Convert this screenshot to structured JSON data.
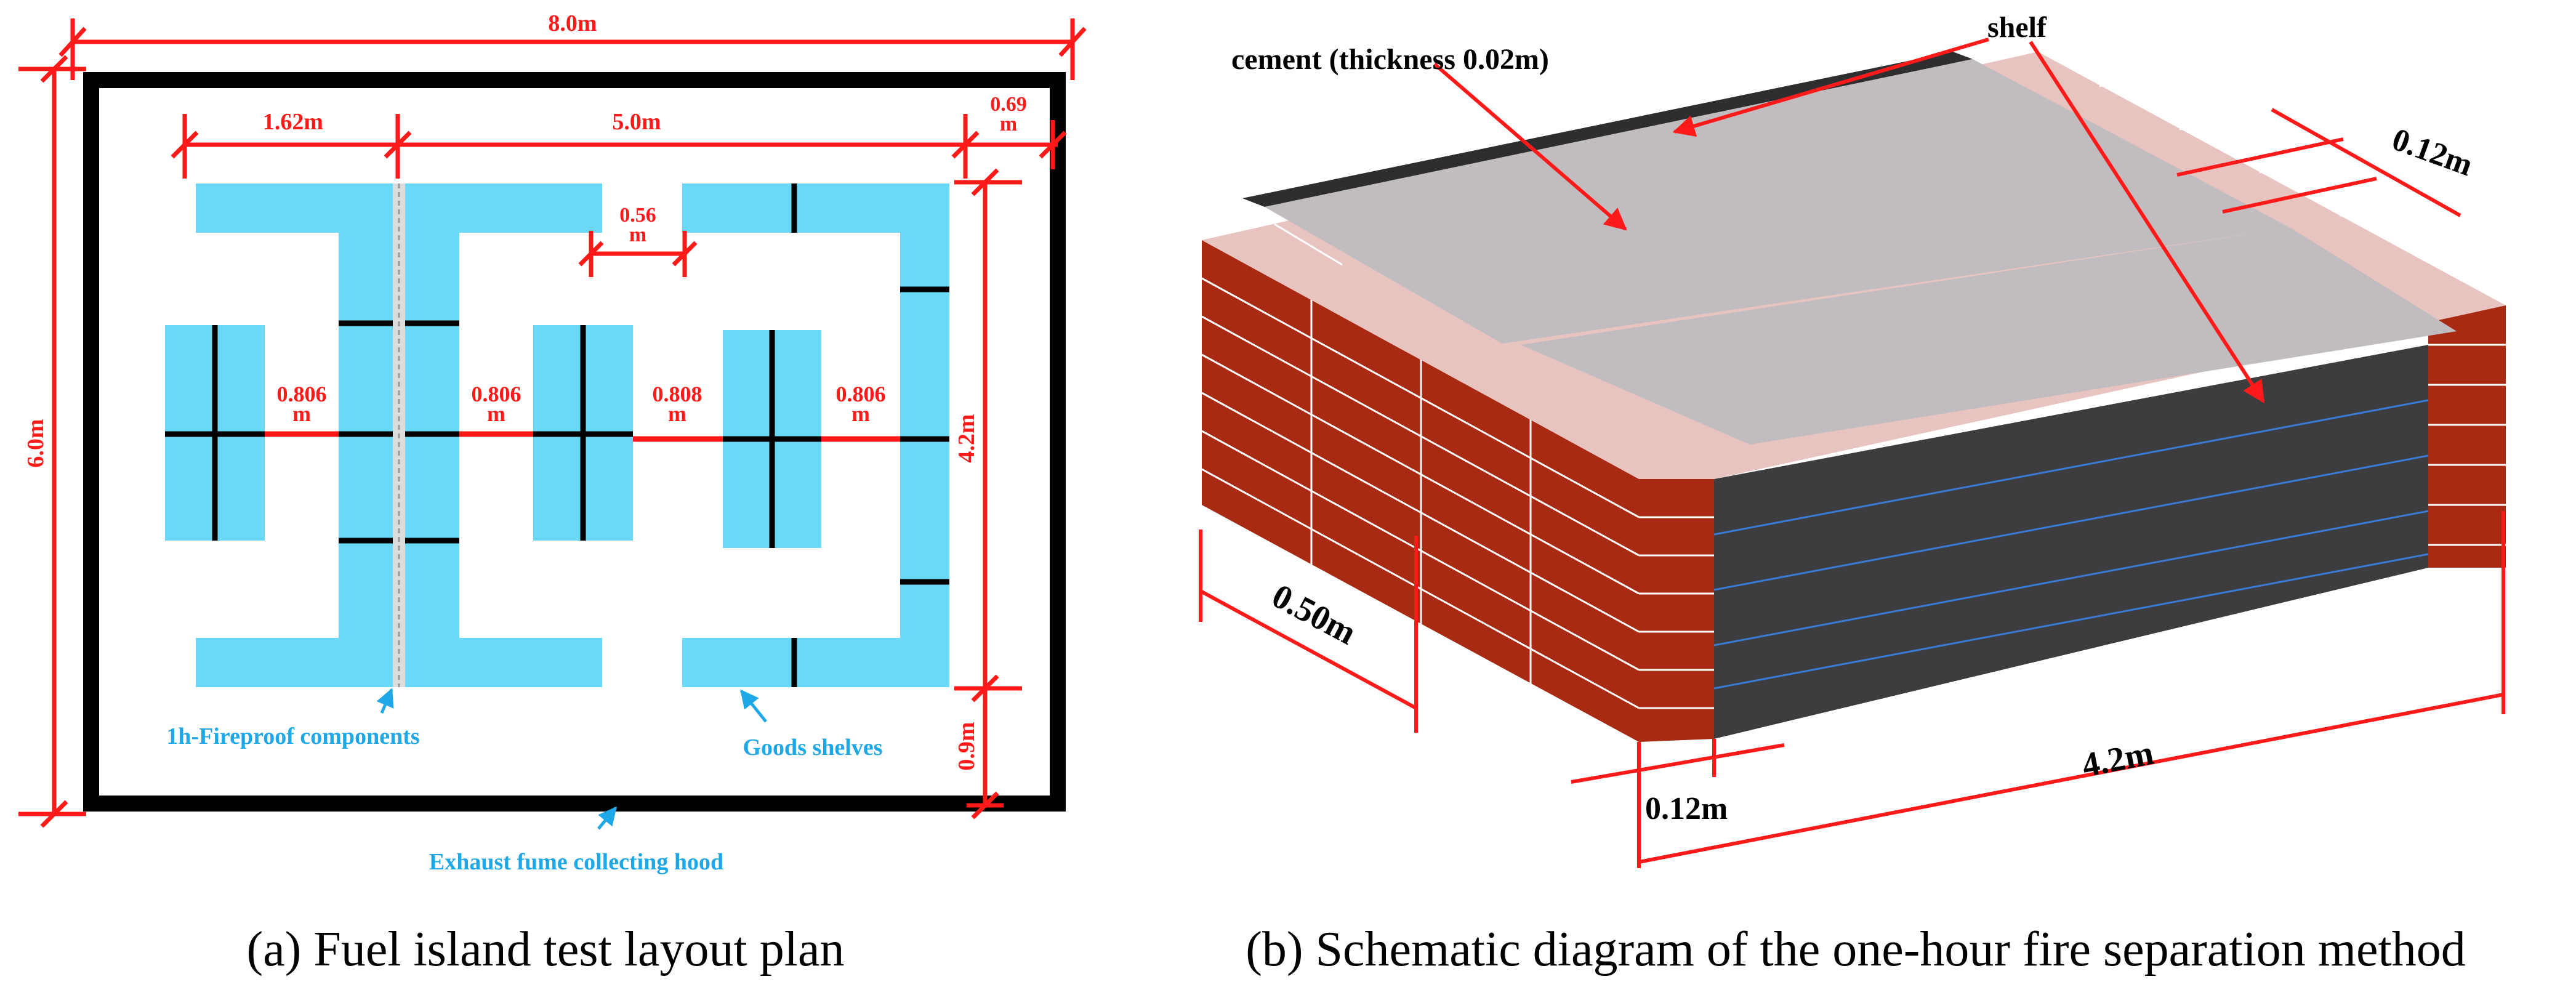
{
  "panel_a": {
    "caption": "(a) Fuel island test layout plan",
    "dims": {
      "total_width": "8.0m",
      "total_height": "6.0m",
      "d_1_62": "1.62m",
      "d_5_0": "5.0m",
      "d_0_69_top": "0.69",
      "d_0_69_bottom": "m",
      "d_0_56_top": "0.56",
      "d_0_56_bottom": "m",
      "d_4_2": "4.2m",
      "d_0_9": "0.9m",
      "gap1_top": "0.806",
      "gap1_bottom": "m",
      "gap2_top": "0.806",
      "gap2_bottom": "m",
      "gap3_top": "0.808",
      "gap3_bottom": "m",
      "gap4_top": "0.806",
      "gap4_bottom": "m"
    },
    "labels": {
      "fireproof": "1h-Fireproof components",
      "shelves": "Goods shelves",
      "hood": "Exhaust fume collecting hood"
    },
    "colors": {
      "shelf": "#6ad9f7",
      "dimension": "#ff1a1a",
      "label": "#1ea8e8",
      "fireproof": "#d9d9d9",
      "border": "#000000"
    }
  },
  "panel_b": {
    "caption": "(b) Schematic diagram of the one-hour fire separation method",
    "labels": {
      "cement": "cement (thickness 0.02m)",
      "shelf": "shelf",
      "w_012_top": "0.12m",
      "w_050": "0.50m",
      "w_012_bottom": "0.12m",
      "w_42": "4.2m"
    },
    "colors": {
      "brick": "#a82a12",
      "brick_top": "#e8c4c0",
      "cement": "#c0bcbf",
      "shelf_panel": "#3d3d3f",
      "arrow": "#ff1a1a"
    }
  }
}
